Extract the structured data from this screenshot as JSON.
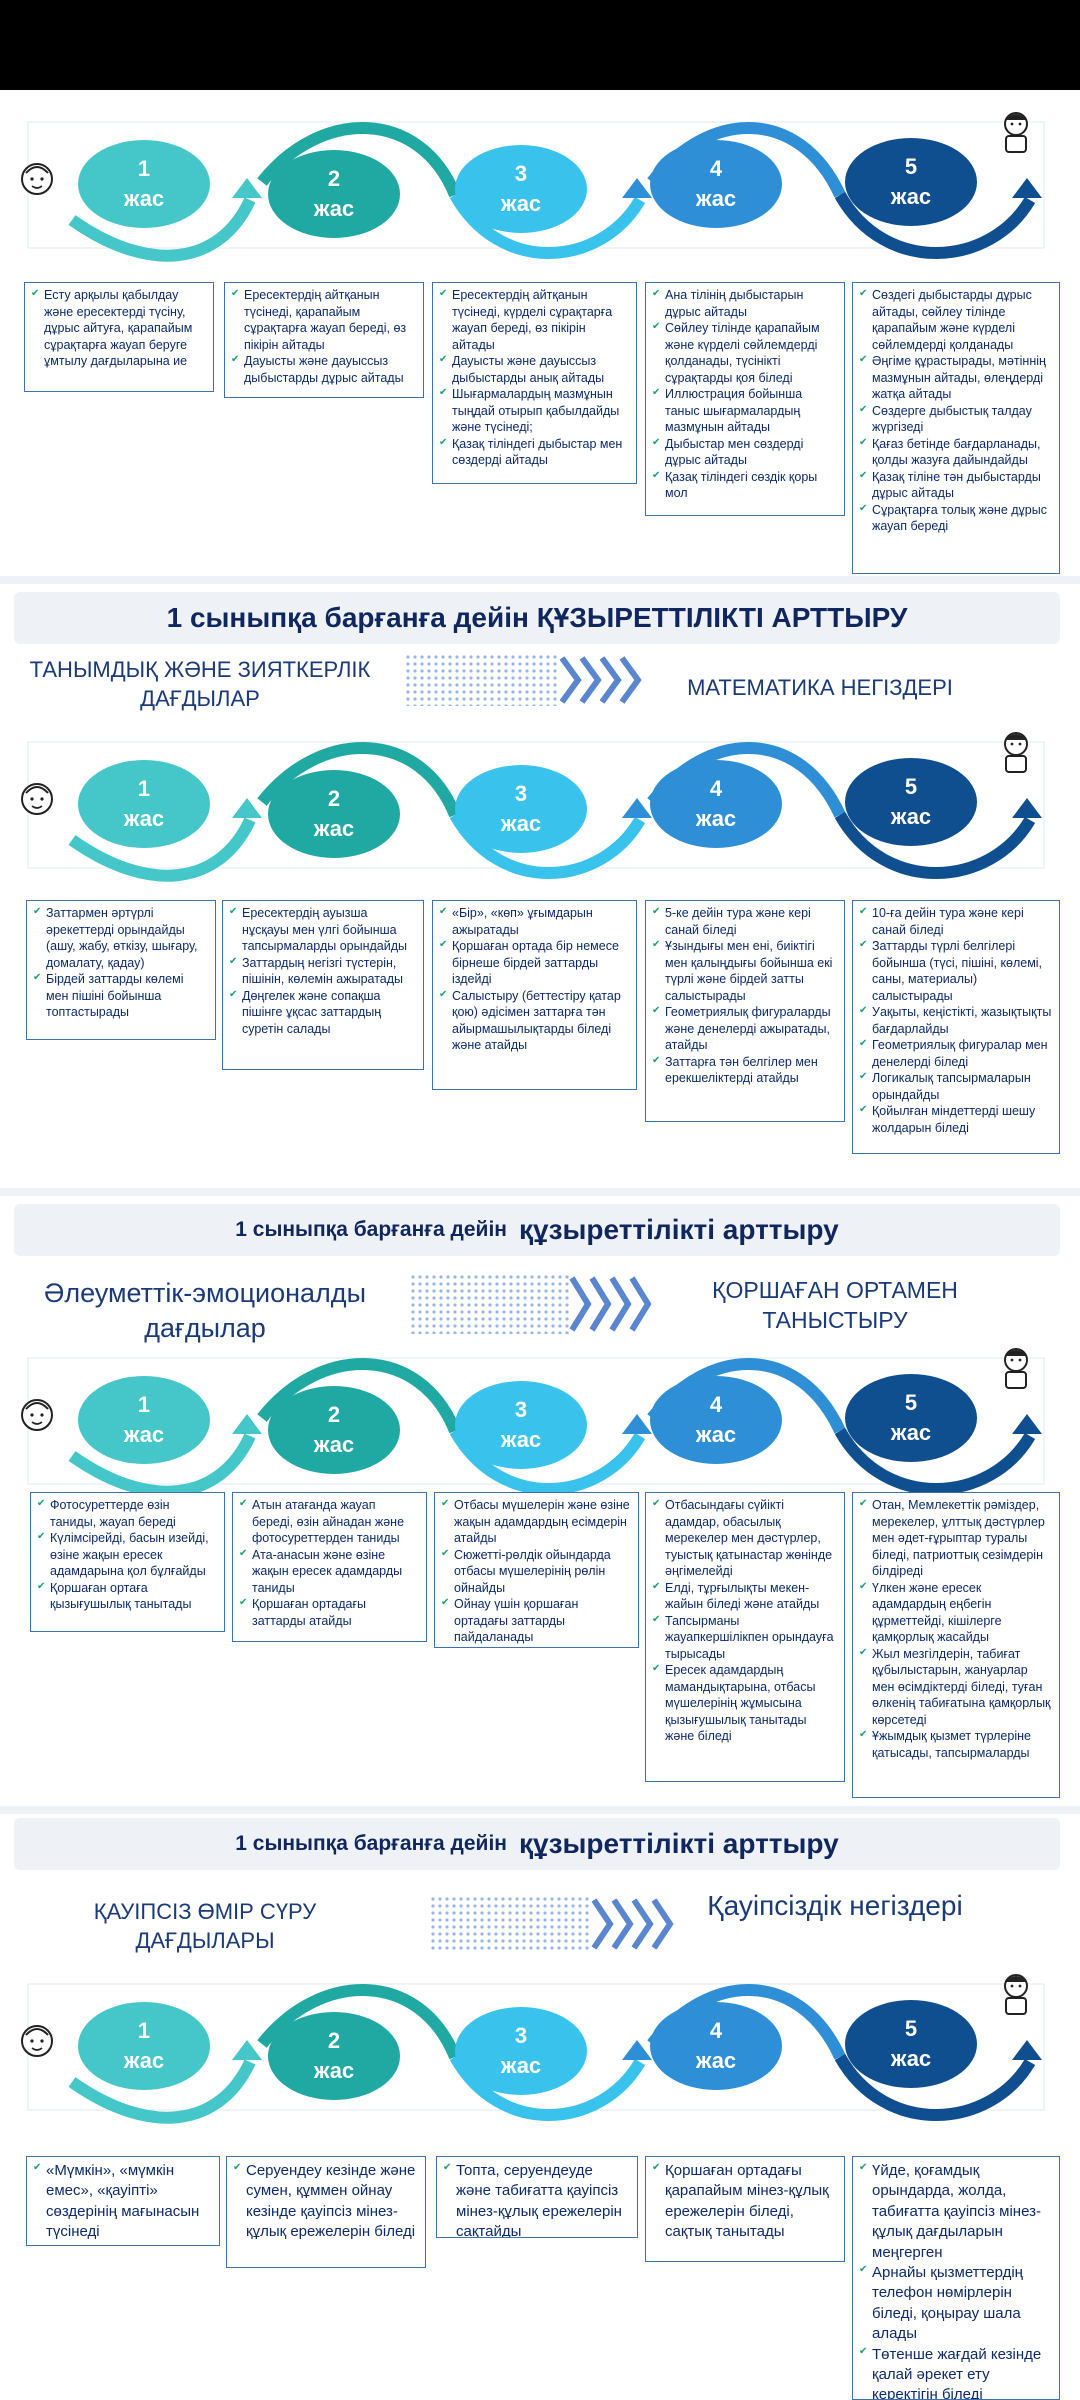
{
  "colors": {
    "c1": "#45c6c8",
    "c2": "#20a8a2",
    "c3": "#39c3ec",
    "c4": "#2f8fd6",
    "c5": "#0f4e8f"
  },
  "age_word": "жас",
  "ages": [
    "1",
    "2",
    "3",
    "4",
    "5"
  ],
  "sections": [
    {
      "title": null,
      "boxes": [
        [
          "Есту арқылы қабылдау және ересектерді түсіну, дұрыс айтуға, қарапайым сұрақтарға жауап беруге ұмтылу дағдыларына ие"
        ],
        [
          "Ересектердің айтқанын түсінеді, қарапайым сұрақтарға жауап береді, өз пікірін айтады",
          "Дауысты және дауыссыз дыбыстарды дұрыс айтады"
        ],
        [
          "Ересектердің айтқанын түсінеді, күрделі сұрақтарға жауап береді, өз пікірін айтады",
          "Дауысты және дауыссыз дыбыстарды анық айтады",
          "Шығармалардың мазмұнын тыңдай отырып қабылдайды және түсінеді;",
          "Қазақ тіліндегі дыбыстар мен сөздерді айтады"
        ],
        [
          "Ана тілінің дыбыстарын дұрыс айтады",
          "Сөйлеу тілінде қарапайым және күрделі сөйлемдерді қолданады, түсінікті сұрақтарды қоя біледі",
          "Иллюстрация бойынша таныс шығармалардың мазмұнын айтады",
          "Дыбыстар мен сөздерді дұрыс айтады",
          "Қазақ тіліндегі сөздік қоры мол"
        ],
        [
          "Сөздегі дыбыстарды дұрыс айтады, сөйлеу тілінде қарапайым және күрделі сөйлемдерді қолданады",
          "Әңгіме құрастырады, мәтіннің мазмұнын айтады, өлеңдерді жатқа айтады",
          "Сөздерге дыбыстық талдау жүргізеді",
          "Қағаз бетінде бағдарланады, қолды жазуға дайындайды",
          "Қазақ тіліне тән дыбыстарды дұрыс айтады",
          "Сұрақтарға толық және дұрыс жауап береді"
        ]
      ]
    },
    {
      "title": "1 сыныпқа барғанға дейін ҚҰЗЫРЕТТІЛІКТІ АРТТЫРУ",
      "left": "ТАНЫМДЫҚ ЖӘНЕ ЗИЯТКЕРЛІК ДАҒДЫЛАР",
      "right": "МАТЕМАТИКА НЕГІЗДЕРІ",
      "boxes": [
        [
          "Заттармен әртүрлі әрекеттерді орындайды (ашу, жабу, өткізу, шығару, домалату, қадау)",
          "Бірдей заттарды көлемі мен пішіні бойынша топтастырады"
        ],
        [
          "Ересектердің ауызша нұсқауы мен үлгі бойынша тапсырмаларды орындайды",
          "Заттардың негізгі түстерін, пішінін, көлемін ажыратады",
          "Дөңгелек және сопақша пішінге ұқсас заттардың суретін салады"
        ],
        [
          "«Бір», «көп» ұғымдарын ажыратады",
          "Қоршаған ортада бір немесе бірнеше бірдей заттарды іздейді",
          "Салыстыру (беттестіру қатар қою) әдісімен заттарға тән айырмашылықтарды біледі және атайды"
        ],
        [
          "5-ке дейін тура және кері санай біледі",
          "Ұзындығы мен ені, биіктігі мен қалыңдығы бойынша екі түрлі және бірдей затты салыстырады",
          "Геометриялық фигураларды және денелерді ажыратады, атайды",
          "Заттарға тән белгілер мен ерекшеліктерді атайды"
        ],
        [
          "10-ға дейін тура және кері санай біледі",
          "Заттарды түрлі белгілері бойынша (түсі, пішіні, көлемі, саны, материалы) салыстырады",
          "Уақыты, кеңістікті, жазықтықты бағдарлайды",
          "Геометриялық фигуралар мен денелерді біледі",
          "Логикалық тапсырмаларын орындайды",
          "Қойылған міндеттерді шешу жолдарын біледі"
        ]
      ]
    },
    {
      "title_small": "1 сыныпқа барғанға дейін",
      "title_big": "құзыреттілікті арттыру",
      "left": "Әлеуметтік-эмоционалды дағдылар",
      "right": "ҚОРШАҒАН ОРТАМЕН ТАНЫСТЫРУ",
      "boxes": [
        [
          "Фотосуреттерде өзін таниды, жауап береді",
          "Күлімсірейді, басын изейді, өзіне жақын ересек адамдарына қол бұлғайды",
          "Қоршаған ортаға қызығушылық танытады"
        ],
        [
          "Атын атағанда жауап береді, өзін айнадан және фотосуреттерден таниды",
          "Ата-анасын және өзіне жақын ересек адамдарды таниды",
          "Қоршаған ортадағы заттарды атайды"
        ],
        [
          "Отбасы мүшелерін және өзіне жақын адамдардың есімдерін атайды",
          "Сюжетті-рөлдік ойындарда отбасы мүшелерінің рөлін ойнайды",
          "Ойнау үшін қоршаған ортадағы заттарды пайдаланады"
        ],
        [
          "Отбасындағы сүйікті адамдар, обасылық мерекелер мен дәстүрлер, туыстық қатынастар жөнінде әңгімелейді",
          "Елді, тұрғылықты мекен-жайын біледі және атайды",
          "Тапсырманы жауапкершілікпен орындауға тырысады",
          "Ересек адамдардың мамандықтарына, отбасы мүшелерінің жұмысына қызығушылық танытады және біледі"
        ],
        [
          "Отан, Мемлекеттік рәміздер, мерекелер, ұлттық дәстүрлер мен әдет-ғұрыптар туралы біледі, патриоттық сезімдерін білдіреді",
          "Үлкен және ересек адамдардың еңбегін құрметтейді, кішілерге қамқорлық жасайды",
          "Жыл мезгілдерін, табиғат құбылыстарын, жануарлар мен өсімдіктерді біледі, туған өлкенің табиғатына қамқорлық көрсетеді",
          "Ұжымдық қызмет түрлеріне қатысады, тапсырмаларды"
        ]
      ]
    },
    {
      "title_small": "1 сыныпқа барғанға дейін",
      "title_big": "құзыреттілікті арттыру",
      "left": "ҚАУІПСІЗ ӨМІР СҮРУ ДАҒДЫЛАРЫ",
      "right": "Қауіпсіздік негіздері",
      "boxes": [
        [
          "«Мүмкін», «мүмкін емес», «қауіпті» сөздерінің мағынасын түсінеді"
        ],
        [
          "Серуендеу кезінде және сумен, құммен ойнау кезінде қауіпсіз мінез-құлық ережелерін біледі"
        ],
        [
          "Топта, серуендеуде және табиғатта қауіпсіз мінез-құлық ережелерін сақтайды"
        ],
        [
          "Қоршаған ортадағы қарапайым мінез-құлық ережелерін біледі, сақтық танытады"
        ],
        [
          "Үйде, қоғамдық орындарда, жолда, табиғатта қауіпсіз мінез-құлық дағдыларын меңгерген",
          "Арнайы қызметтердің телефон нөмірлерін біледі, қоңырау шала алады",
          "Төтенше жағдай кезінде қалай әрекет ету керектігін біледі"
        ]
      ]
    }
  ]
}
